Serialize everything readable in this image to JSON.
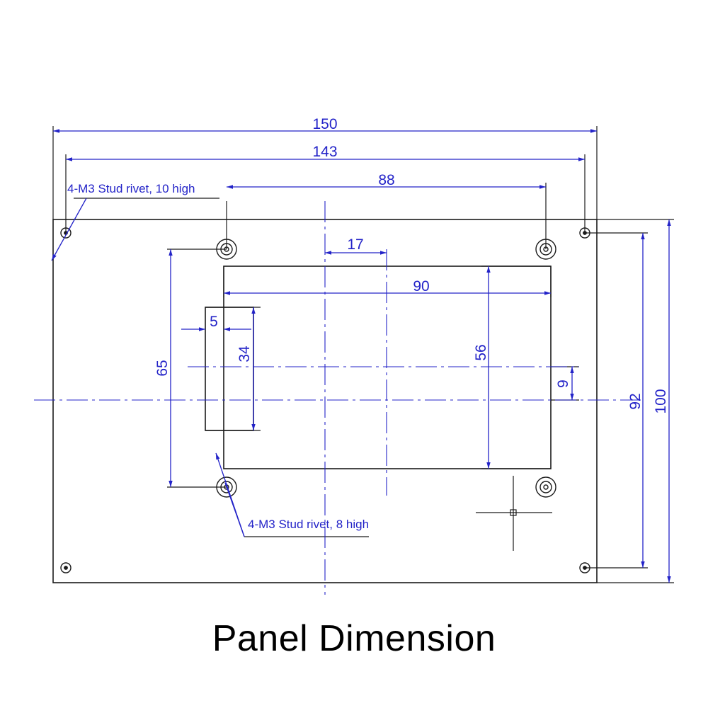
{
  "title": "Panel Dimension",
  "colors": {
    "outline": "#1a1a1a",
    "dimension": "#2323c8",
    "centerline": "#2323c8",
    "background": "#ffffff"
  },
  "dimensions": {
    "overall_width": "150",
    "hole_pitch_width": "143",
    "stud_pitch_width": "88",
    "window_offset": "17",
    "window_width": "90",
    "tab_width": "5",
    "tab_height": "34",
    "stud_pitch_height": "65",
    "window_height": "56",
    "center_offset": "9",
    "hole_pitch_height": "92",
    "overall_height": "100"
  },
  "notes": {
    "corner_holes": "4-M3 Stud rivet, 10 high",
    "inner_studs": "4-M3 Stud rivet, 8 high"
  }
}
